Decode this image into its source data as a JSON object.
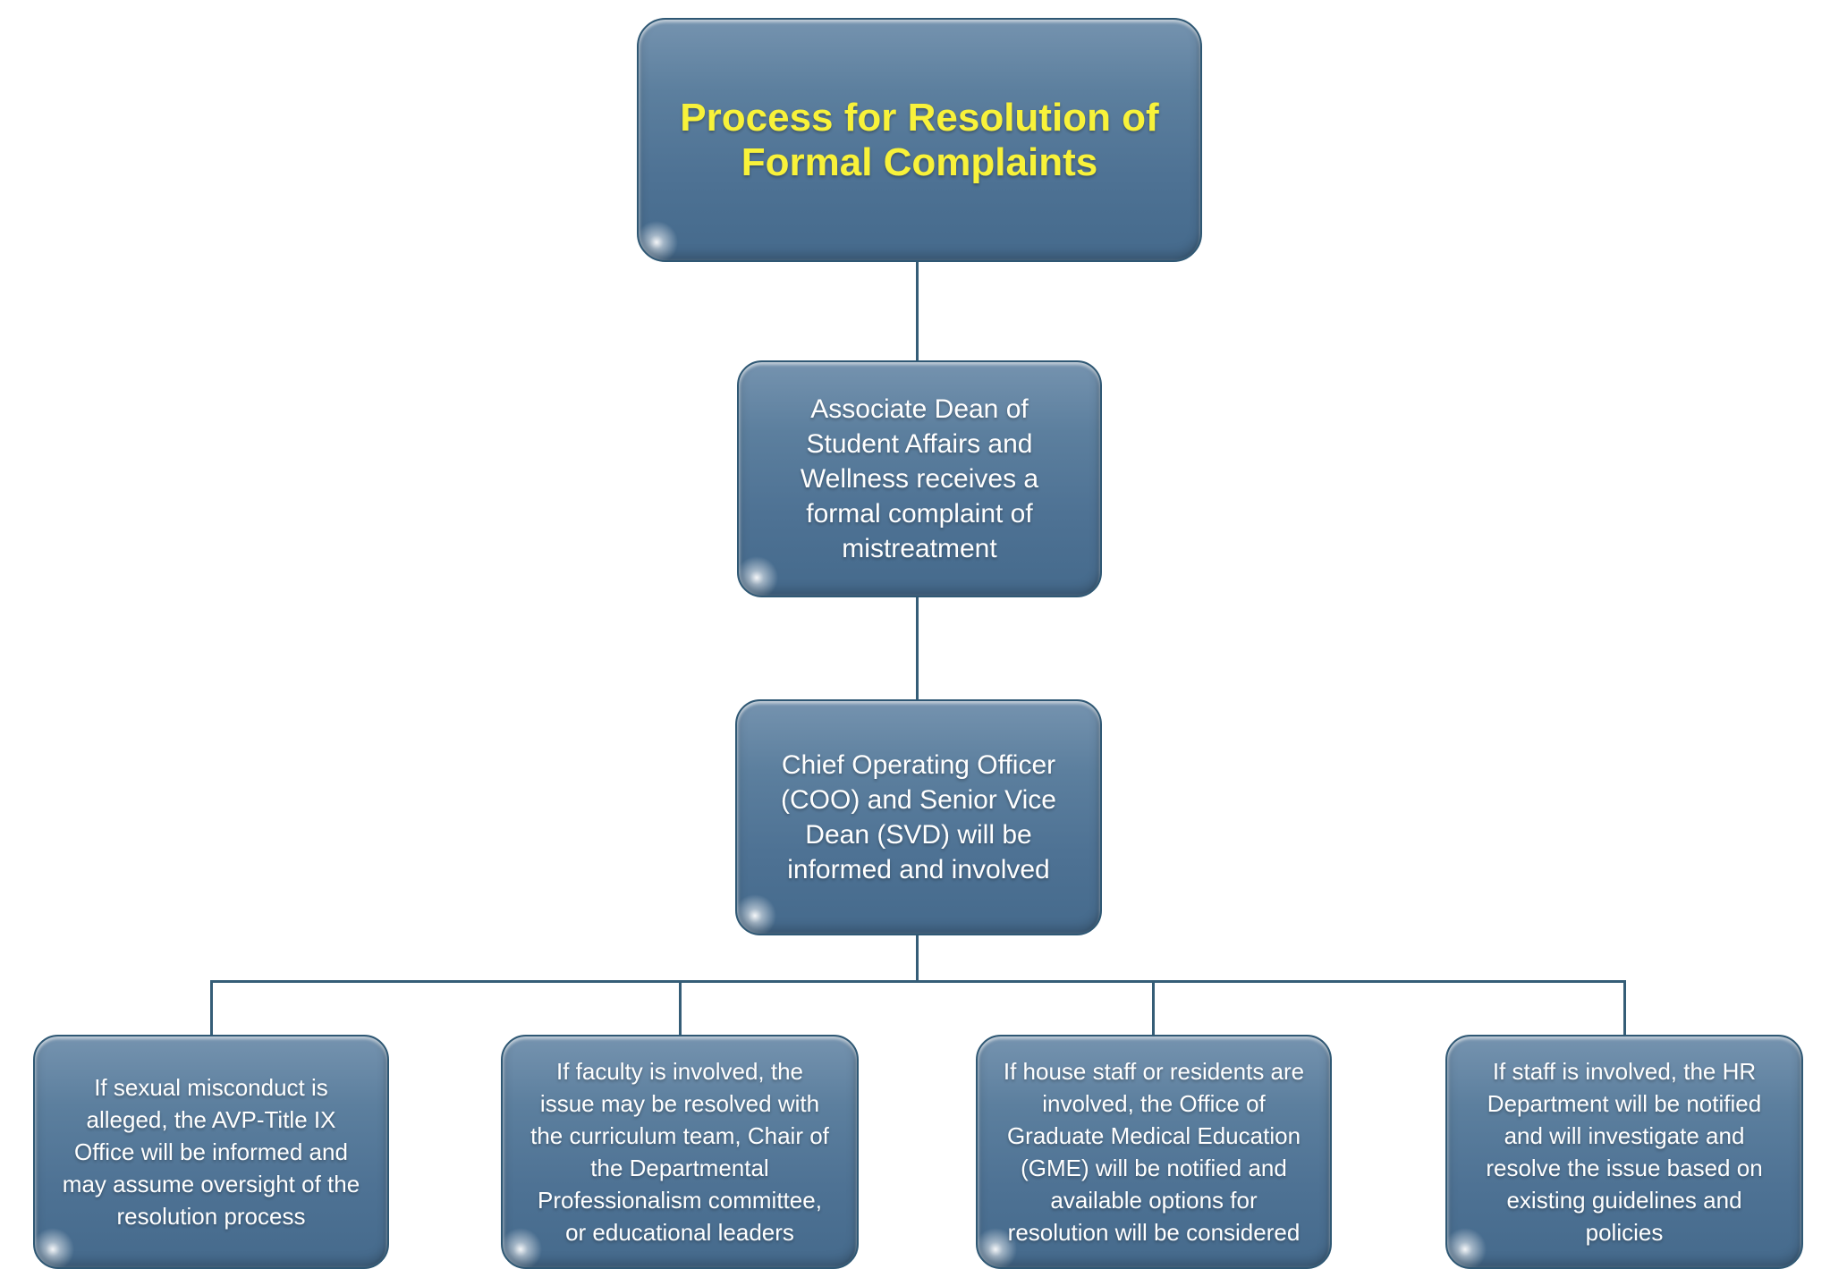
{
  "diagram": {
    "title": "Process for Resolution of\nFormal Complaints",
    "nodes": [
      {
        "id": "intake",
        "text": "Associate Dean of\nStudent Affairs and\nWellness receives a\nformal complaint of\nmistreatment"
      },
      {
        "id": "leadership",
        "text": "Chief Operating Officer\n(COO) and Senior Vice\nDean (SVD) will be\ninformed and involved"
      }
    ],
    "branches": [
      {
        "id": "title-ix",
        "text": "If sexual misconduct is\nalleged, the AVP-Title IX\nOffice will be informed and\nmay assume oversight of the\nresolution process"
      },
      {
        "id": "faculty",
        "text": "If faculty is involved, the\nissue may be resolved with\nthe curriculum team, Chair of\nthe Departmental\nProfessionalism committee,\nor educational leaders"
      },
      {
        "id": "gme",
        "text": "If house staff or residents are\ninvolved, the Office of\nGraduate Medical Education\n(GME) will be notified and\navailable options for\nresolution will be considered"
      },
      {
        "id": "hr",
        "text": "If staff is involved, the HR\nDepartment will be notified\nand will investigate and\nresolve the issue based on\nexisting guidelines and\npolicies"
      }
    ],
    "colors": {
      "box_fill_top": "#7593af",
      "box_fill_bottom": "#456a8c",
      "box_border": "#2f5874",
      "connector": "#355d77",
      "title_text": "#f8f23a",
      "body_text": "#ffffff",
      "background": "#ffffff"
    }
  }
}
